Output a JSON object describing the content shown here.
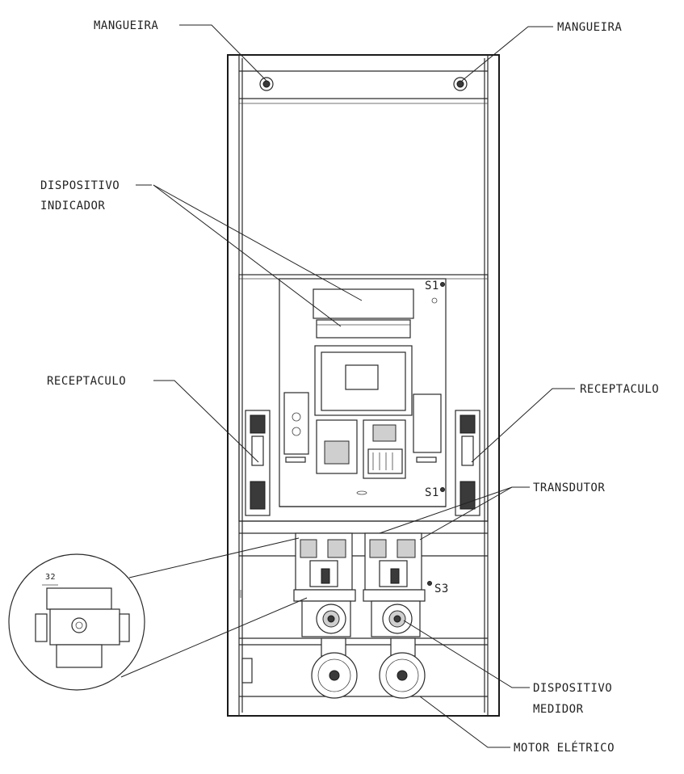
{
  "labels": {
    "mangueira_left": "MANGUEIRA",
    "mangueira_right": "MANGUEIRA",
    "dispositivo_indicador_line1": "DISPOSITIVO",
    "dispositivo_indicador_line2": "INDICADOR",
    "receptaculo_left": "RECEPTACULO",
    "receptaculo_right": "RECEPTACULO",
    "transdutor": "TRANSDUTOR",
    "dispositivo_medidor_line1": "DISPOSITIVO",
    "dispositivo_medidor_line2": "MEDIDOR",
    "motor_eletrico": "MOTOR ELÉTRICO"
  },
  "markers": {
    "s1_top": "S1",
    "s1_bottom": "S1",
    "s3": "S3",
    "detail_dim": "32"
  }
}
